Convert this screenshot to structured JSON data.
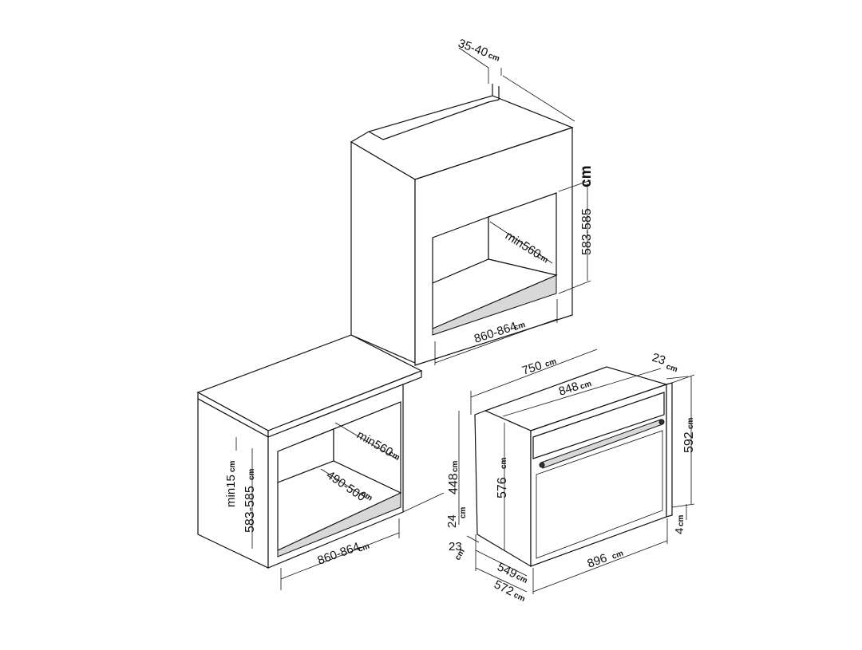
{
  "dimensions": {
    "tall_unit": {
      "top_gap": "35-40",
      "top_gap_unit": "cm",
      "height": "583-585",
      "height_unit": "cm",
      "depth": "min560",
      "depth_unit": "cm",
      "width": "860-864",
      "width_unit": "cm"
    },
    "base_unit": {
      "clearance": "min15",
      "clearance_unit": "cm",
      "height": "583-585",
      "height_unit": "cm",
      "depth": "min560",
      "depth_unit": "cm",
      "inner_depth": "490-500",
      "inner_depth_unit": "cm",
      "width": "860-864",
      "width_unit": "cm"
    },
    "oven": {
      "top_depth": "750",
      "top_depth_unit": "cm",
      "panel_width": "848",
      "panel_width_unit": "cm",
      "panel_thickness": "23",
      "panel_thickness_unit": "cm",
      "front_height": "592",
      "front_height_unit": "cm",
      "body_height": "448",
      "body_height_unit": "cm",
      "door_height": "576",
      "door_height_unit": "cm",
      "bottom_offset": "24",
      "bottom_offset_unit": "cm",
      "side_offset": "23",
      "side_offset_unit": "cm",
      "foot": "4",
      "foot_unit": "cm",
      "width": "896",
      "width_unit": "cm",
      "depth": "549",
      "depth_unit": "cm",
      "total_depth": "572",
      "total_depth_unit": "cm"
    }
  }
}
